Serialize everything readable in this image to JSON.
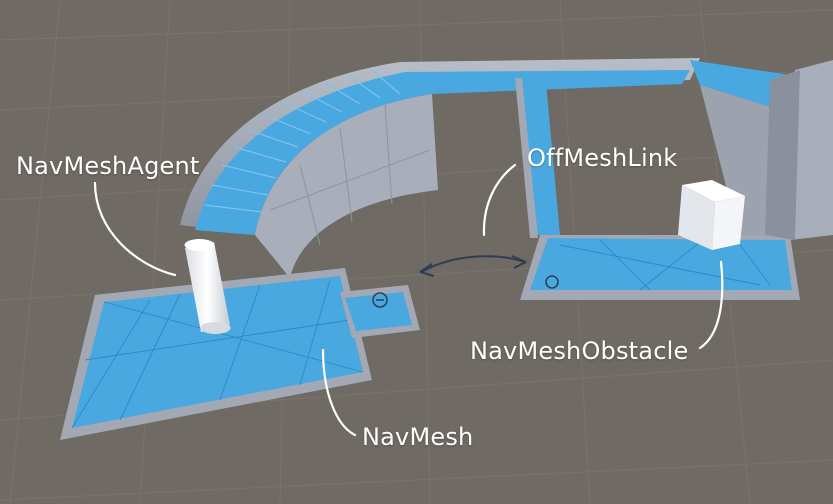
{
  "labels": {
    "agent": "NavMeshAgent",
    "link": "OffMeshLink",
    "obstacle": "NavMeshObstacle",
    "navmesh": "NavMesh"
  },
  "colors": {
    "background": "#6f6a63",
    "grid": "#7c766e",
    "navmesh_blue": "#4aa8e0",
    "wall": "#a7adb8",
    "wall_dark": "#838a96",
    "label": "#ffffff"
  }
}
